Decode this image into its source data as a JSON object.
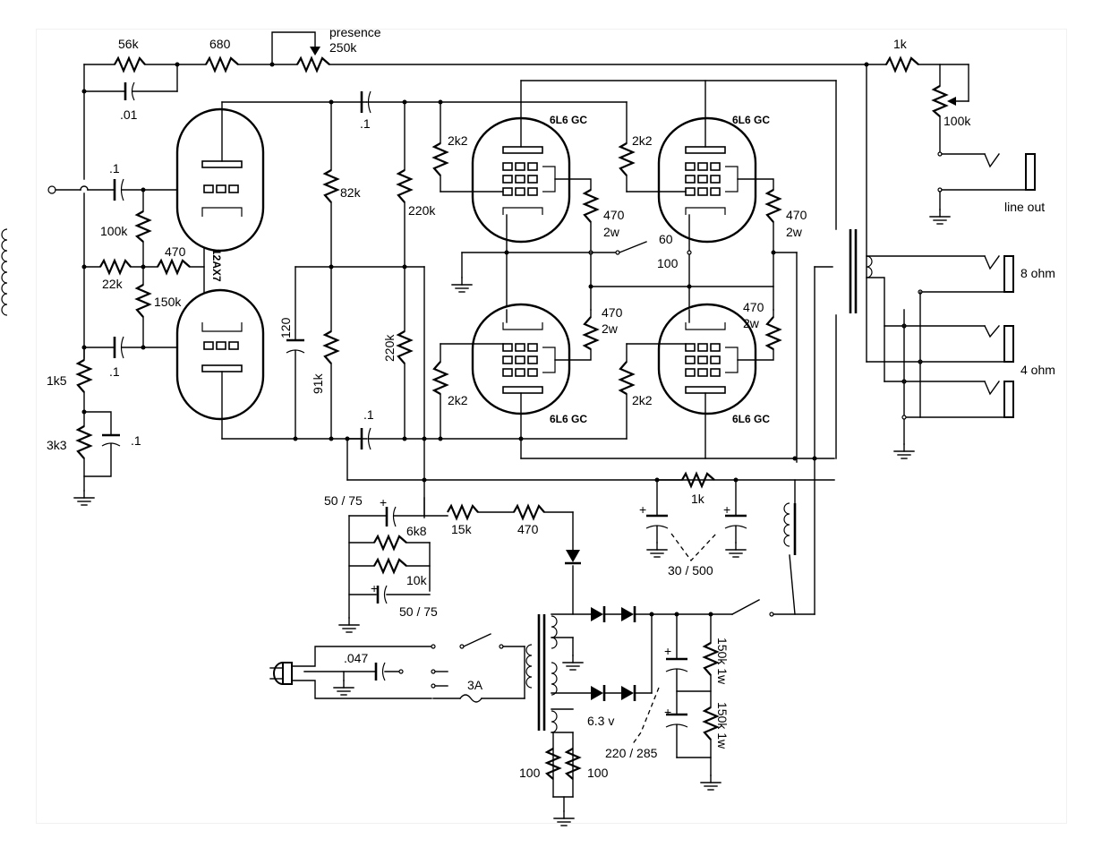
{
  "labels": {
    "r_56k": "56k",
    "r_680": "680",
    "presence": "presence",
    "pot_250k": "250k",
    "r_1k_top": "1k",
    "pot_100k": "100k",
    "c_01": ".01",
    "c_1_cpl1": ".1",
    "c_1_in1": ".1",
    "c_1_in2": ".1",
    "c_1_cpl2": ".1",
    "c_1_cath": ".1",
    "r_100k": "100k",
    "r_470_grid": "470",
    "r_22k": "22k",
    "r_150k": "150k",
    "r_1k5": "1k5",
    "r_3k3": "3k3",
    "tube_12ax7": "12AX7",
    "r_82k": "82k",
    "r_91k": "91k",
    "c_120": "120",
    "r_220k_a": "220k",
    "r_220k_b": "220k",
    "r_2k2_a": "2k2",
    "r_2k2_b": "2k2",
    "r_2k2_c": "2k2",
    "r_2k2_d": "2k2",
    "tube_6l6_a": "6L6 GC",
    "tube_6l6_b": "6L6 GC",
    "tube_6l6_c": "6L6 GC",
    "tube_6l6_d": "6L6 GC",
    "r_470_2w_a": "470",
    "r_470_2w_a_w": "2w",
    "r_470_2w_b": "470",
    "r_470_2w_b_w": "2w",
    "r_470_2w_c": "470",
    "r_470_2w_c_w": "2w",
    "r_470_2w_d": "470",
    "r_470_2w_d_w": "2w",
    "sw_60": "60",
    "sw_100": "100",
    "line_out": "line out",
    "out_8ohm": "8 ohm",
    "out_4ohm": "4 ohm",
    "r_1k_ps": "1k",
    "c_30_500": "30 / 500",
    "c_50_75_a": "50 / 75",
    "r_6k8": "6k8",
    "r_15k": "15k",
    "r_470_ps": "470",
    "r_10k": "10k",
    "c_50_75_b": "50 / 75",
    "c_047": ".047",
    "fuse_3a": "3A",
    "heater_63v": "6.3 v",
    "c_220_285": "220 / 285",
    "r_100_a": "100",
    "r_100_b": "100",
    "r_150k_1w_a": "150k 1w",
    "r_150k_1w_b": "150k 1w"
  }
}
